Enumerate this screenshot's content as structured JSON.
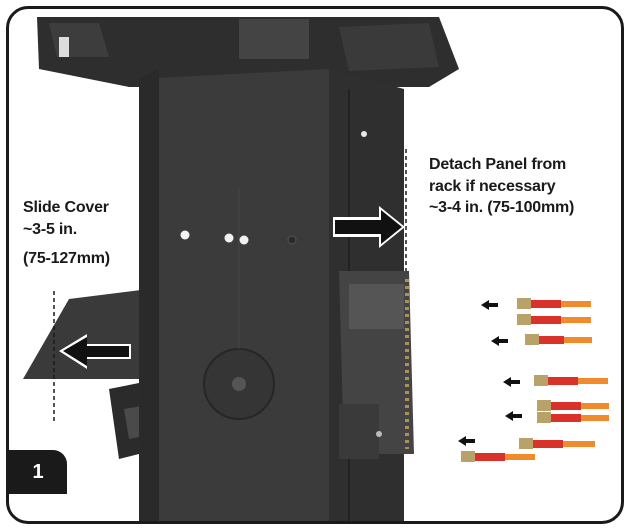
{
  "step_number": "1",
  "slide_label": {
    "line1": "Slide Cover",
    "line2": "~3-5 in.",
    "line3": "(75-127mm)"
  },
  "detach_label": {
    "line1": "Detach Panel from",
    "line2": "rack if necessary",
    "line3": "~3-4 in. (75-100mm)"
  },
  "colors": {
    "frame": "#1a1a1a",
    "metal_dark": "#3a3a3a",
    "metal_mid": "#4d4d4d",
    "cable_red": "#d8322a",
    "cable_orange": "#f08a2a",
    "connector": "#b9a26a"
  }
}
